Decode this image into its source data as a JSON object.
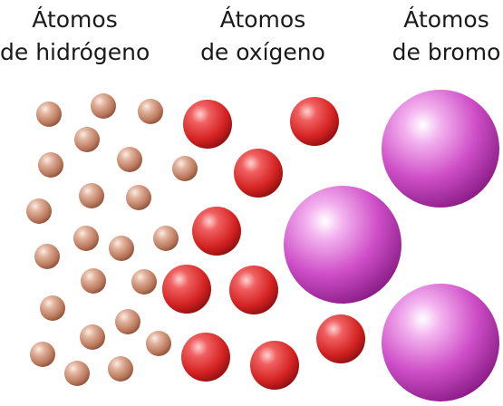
{
  "labels": {
    "hydrogen": {
      "line1": "Átomos",
      "line2": "de hidrógeno"
    },
    "oxygen": {
      "line1": "Átomos",
      "line2": "de oxígeno"
    },
    "bromine": {
      "line1": "Átomos",
      "line2": "de bromo"
    }
  },
  "colors": {
    "hydrogen": "#c98a6e",
    "oxygen": "#d92a2a",
    "bromine": "#c03bb8"
  }
}
